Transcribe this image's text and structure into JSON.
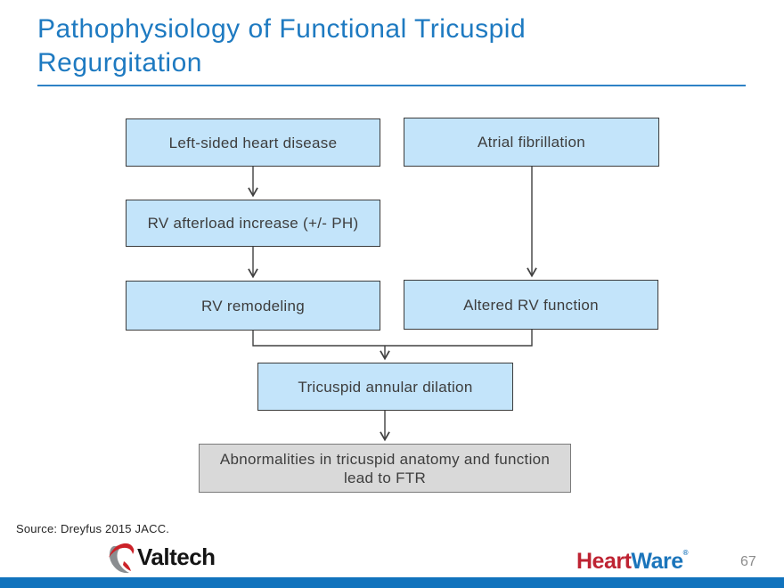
{
  "slide": {
    "title": "Pathophysiology of Functional Tricuspid Regurgitation",
    "source_note": "Source: Dreyfus 2015 JACC.",
    "page_number": "67"
  },
  "flowchart": {
    "boxes": [
      {
        "id": "left-sided-heart-disease",
        "label": "Left-sided heart disease"
      },
      {
        "id": "atrial-fibrillation",
        "label": "Atrial fibrillation"
      },
      {
        "id": "rv-afterload-increase",
        "label": "RV afterload increase (+/- PH)"
      },
      {
        "id": "rv-remodeling",
        "label": "RV remodeling"
      },
      {
        "id": "altered-rv-function",
        "label": "Altered RV function"
      },
      {
        "id": "tricuspid-annular-dilation",
        "label": "Tricuspid annular dilation"
      },
      {
        "id": "ftr-outcome",
        "label": "Abnormalities in tricuspid anatomy and function lead to FTR"
      }
    ]
  },
  "logos": {
    "valtech_label": "Valtech",
    "heartware_part1": "Heart",
    "heartware_part2": "Ware",
    "heartware_reg_mark": "®"
  },
  "colors": {
    "title_blue": "#1e7ac1",
    "box_fill_blue": "#c3e4fa",
    "box_border": "#3c3c3c",
    "gray_box_fill": "#d9d9d9",
    "gray_box_border": "#7a7a7a",
    "bottom_bar_blue": "#1173bd",
    "heartware_red": "#be2332",
    "heartware_blue": "#1b75bb",
    "valtech_red": "#cc2229",
    "valtech_gray": "#8a8d90"
  }
}
